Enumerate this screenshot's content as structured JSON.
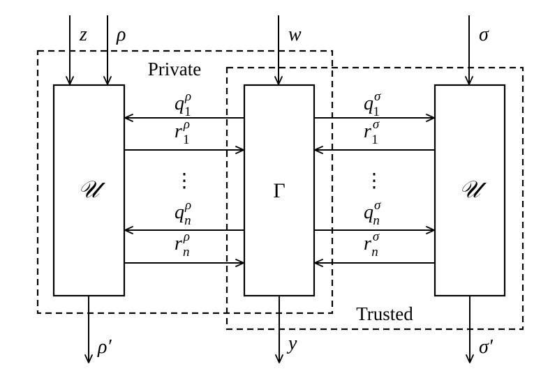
{
  "regions": {
    "private_label": "Private",
    "trusted_label": "Trusted"
  },
  "boxes": {
    "left": "𝒰",
    "middle": "Γ",
    "right": "𝒰"
  },
  "inputs": {
    "z": "z",
    "rho": "ρ",
    "w": "w",
    "sigma": "σ"
  },
  "outputs": {
    "rho_prime": "ρ′",
    "y": "y",
    "sigma_prime": "σ′"
  },
  "messages": {
    "q": "q",
    "r": "r",
    "sup_rho": "ρ",
    "sup_sigma": "σ",
    "sub_1": "1",
    "sub_n": "n",
    "ellipsis": "⋮"
  }
}
